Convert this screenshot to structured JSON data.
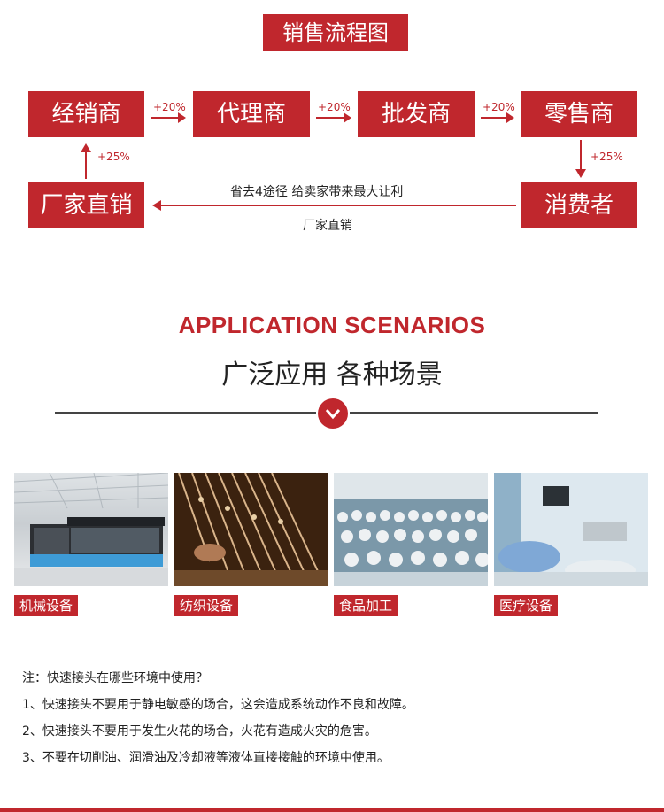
{
  "flow": {
    "title": "销售流程图",
    "nodes": {
      "distributor": "经销商",
      "agent": "代理商",
      "wholesaler": "批发商",
      "retailer": "零售商",
      "factory_direct": "厂家直销",
      "consumer": "消费者"
    },
    "markups": {
      "distributor_to_agent": "+20%",
      "agent_to_wholesaler": "+20%",
      "wholesaler_to_retailer": "+20%",
      "retailer_to_consumer": "+25%",
      "factory_to_distributor": "+25%"
    },
    "arrow_note_top": "省去4途径 给卖家带来最大让利",
    "arrow_note_bottom": "厂家直销"
  },
  "section": {
    "title_en": "APPLICATION SCENARIOS",
    "title_cn": "广泛应用 各种场景"
  },
  "scenarios": [
    {
      "label": "机械设备"
    },
    {
      "label": "纺织设备"
    },
    {
      "label": "食品加工"
    },
    {
      "label": "医疗设备"
    }
  ],
  "notes": {
    "heading": "注：快速接头在哪些环境中使用？",
    "items": [
      "1、快速接头不要用于静电敏感的场合，这会造成系统动作不良和故障。",
      "2、快速接头不要用于发生火花的场合，火花有造成火灾的危害。",
      "3、不要在切削油、润滑油及冷却液等液体直接接触的环境中使用。"
    ]
  },
  "colors": {
    "accent": "#c0272d"
  }
}
